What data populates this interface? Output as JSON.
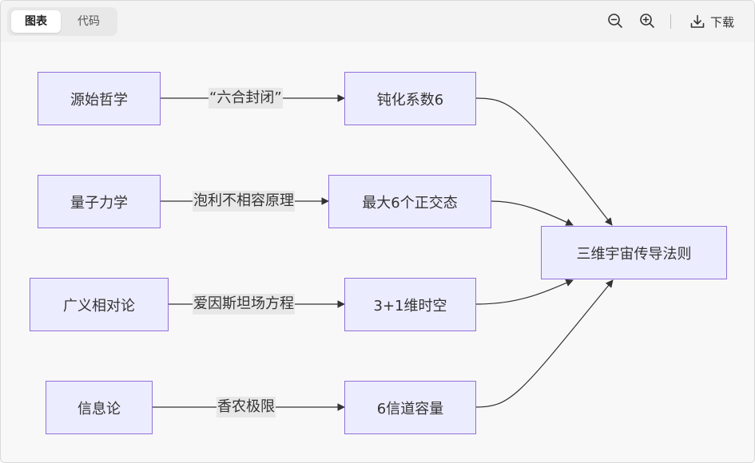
{
  "toolbar": {
    "tabs": [
      {
        "label": "图表",
        "active": true
      },
      {
        "label": "代码",
        "active": false
      }
    ],
    "download_label": "下载",
    "icons": [
      "zoom-out-icon",
      "zoom-in-icon",
      "download-icon"
    ]
  },
  "diagram": {
    "nodes": {
      "n1": "源始哲学",
      "n2": "钝化系数6",
      "n3": "量子力学",
      "n4": "最大6个正交态",
      "n5": "广义相对论",
      "n6": "3+1维时空",
      "n7": "信息论",
      "n8": "6信道容量",
      "n9": "三维宇宙传导法则"
    },
    "edges": [
      {
        "from": "n1",
        "to": "n2",
        "label": "“六合封闭”"
      },
      {
        "from": "n3",
        "to": "n4",
        "label": "泡利不相容原理"
      },
      {
        "from": "n5",
        "to": "n6",
        "label": "爱因斯坦场方程"
      },
      {
        "from": "n7",
        "to": "n8",
        "label": "香农极限"
      },
      {
        "from": "n2",
        "to": "n9",
        "label": ""
      },
      {
        "from": "n4",
        "to": "n9",
        "label": ""
      },
      {
        "from": "n6",
        "to": "n9",
        "label": ""
      },
      {
        "from": "n8",
        "to": "n9",
        "label": ""
      }
    ],
    "colors": {
      "node_fill": "#ececff",
      "node_border": "#9370db",
      "edge": "#333333",
      "label_bg": "#e8e8e8"
    }
  }
}
